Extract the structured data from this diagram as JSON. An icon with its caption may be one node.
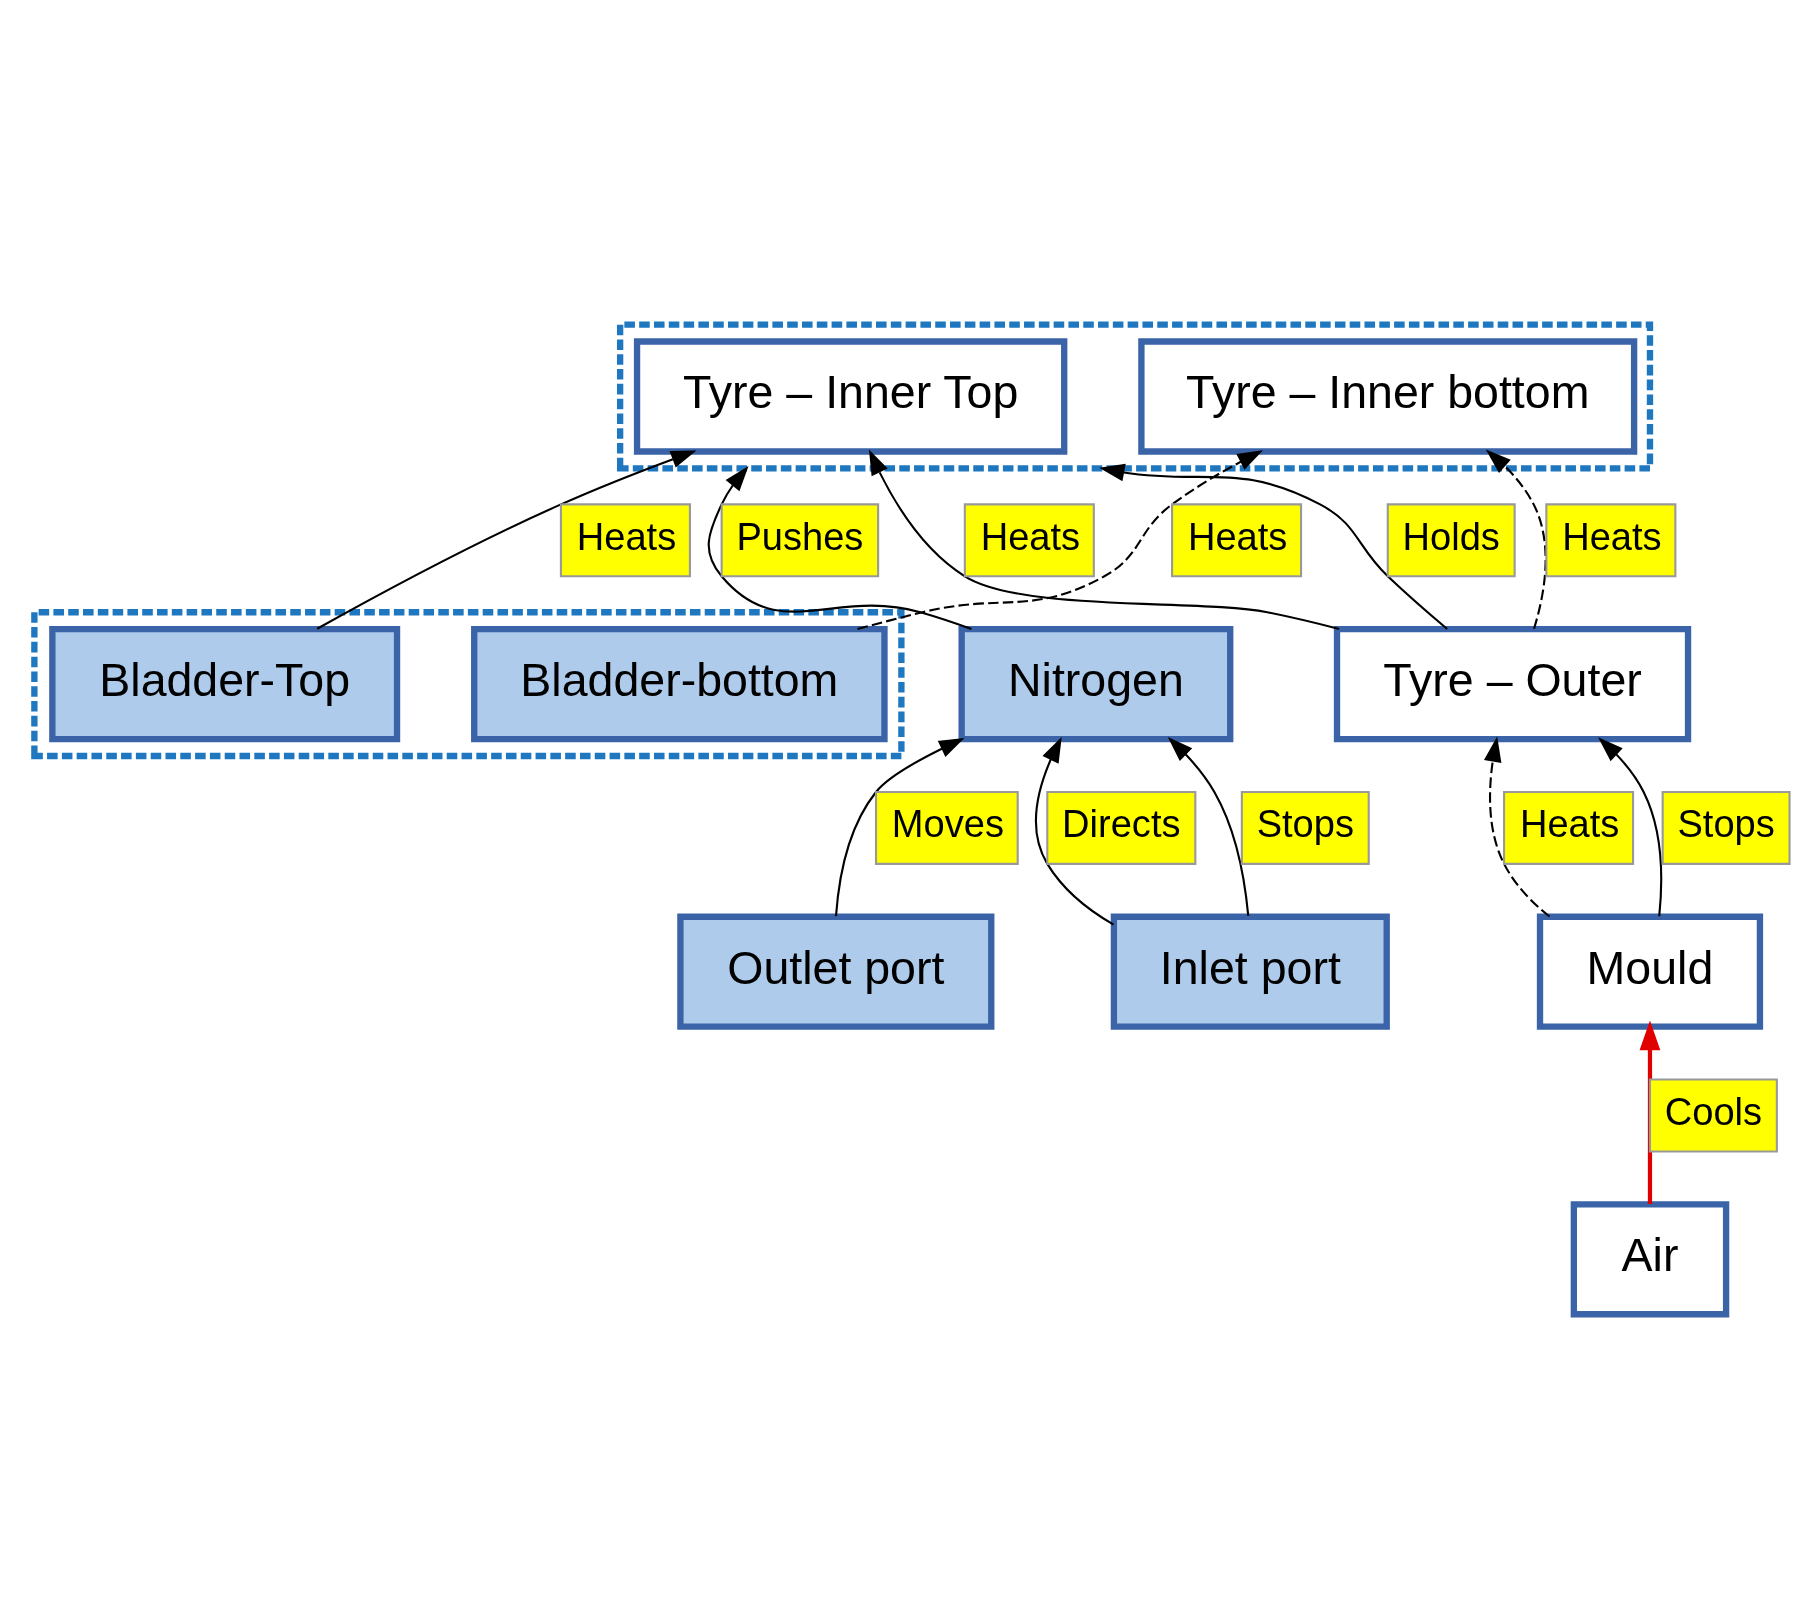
{
  "diagram": {
    "nodes": [
      {
        "text": [
          "Tyre – Outer"
        ]
      },
      {
        "text": [],
        "shape": "box"
      },
      {
        "text": [
          "Tyre – Inner Top"
        ],
        "in": 1
      },
      {
        "text": [
          "Tyre – Inner bottom"
        ],
        "in": 1
      },
      {
        "text": [],
        "shape": "box"
      },
      {
        "text": [
          "Bladder-Top"
        ],
        "in": 4
      },
      {
        "text": [
          "Bladder-bottom"
        ],
        "in": 4
      },
      {
        "text": [
          "Mould"
        ]
      },
      {
        "text": [
          "Nitrogen"
        ]
      },
      {
        "text": [
          "Outlet port"
        ]
      },
      {
        "text": [
          "Inlet port"
        ]
      },
      {
        "text": [
          "Air"
        ]
      }
    ],
    "edges": [
      {
        "from": 0,
        "to": 2,
        "arrow": "to",
        "label": "Heats"
      },
      {
        "from": 0,
        "to": 1,
        "arrow": "to",
        "label": "Holds"
      },
      {
        "from": 0,
        "to": 3,
        "arrow": "to",
        "label": "Heats",
        "style": "dashed"
      },
      {
        "from": 5,
        "to": 2,
        "arrow": "to",
        "label": "Heats"
      },
      {
        "from": 6,
        "to": 3,
        "arrow": "to",
        "label": "Heats",
        "style": "dashed"
      },
      {
        "from": 7,
        "to": 0,
        "arrow": "to",
        "label": "Heats",
        "style": "dashed"
      },
      {
        "from": 7,
        "to": 0,
        "arrow": "to",
        "label": "Stops"
      },
      {
        "from": 8,
        "to": 1,
        "arrow": "to",
        "label": "Pushes"
      },
      {
        "from": 9,
        "to": 8,
        "arrow": "to",
        "label": "Moves"
      },
      {
        "from": 10,
        "to": 8,
        "arrow": "to",
        "label": "Stops"
      },
      {
        "from": 10,
        "to": 8,
        "arrow": "to",
        "label": "Directs"
      },
      {
        "from": 11,
        "to": 7,
        "arrow": "to",
        "label": "Cools",
        "color": "#e00000"
      }
    ]
  }
}
